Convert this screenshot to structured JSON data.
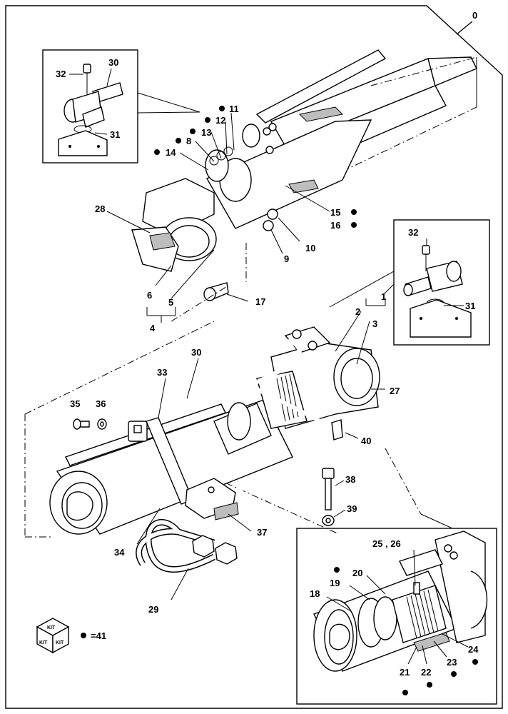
{
  "sheet_ref": "0",
  "kit_icon": {
    "labels": [
      "KIT",
      "KIT",
      "KIT"
    ],
    "legend": "=41"
  },
  "callouts": {
    "c1": "1",
    "c2": "2",
    "c3": "3",
    "c4": "4",
    "c5": "5",
    "c6": "6",
    "c8": "8",
    "c9": "9",
    "c10": "10",
    "c11": "11",
    "c12": "12",
    "c13": "13",
    "c14": "14",
    "c15": "15",
    "c16": "16",
    "c17": "17",
    "c18": "18",
    "c19": "19",
    "c20": "20",
    "c21": "21",
    "c22": "22",
    "c23": "23",
    "c24": "24",
    "c25_26": "25 , 26",
    "c27": "27",
    "c28": "28",
    "c29": "29",
    "c30a": "30",
    "c30b": "30",
    "c31a": "31",
    "c31b": "31",
    "c32a": "32",
    "c32b": "32",
    "c33": "33",
    "c34": "34",
    "c35": "35",
    "c36": "36",
    "c37": "37",
    "c38": "38",
    "c39": "39",
    "c40": "40"
  },
  "icons": {
    "kit": "kit-box-icon",
    "dot": "seal-kit-dot-icon"
  }
}
